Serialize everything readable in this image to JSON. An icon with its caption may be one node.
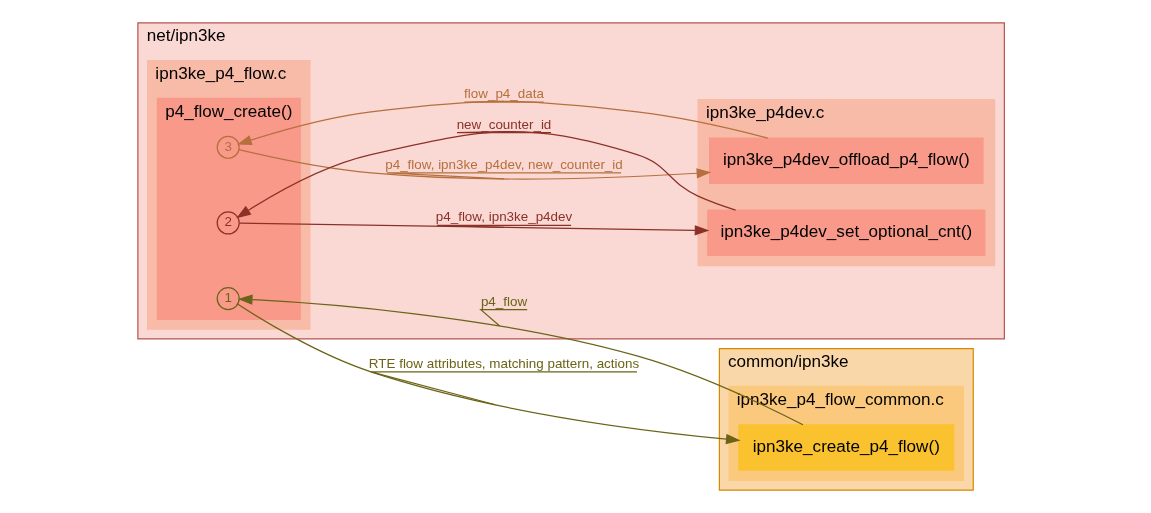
{
  "diagram": {
    "nodes": [
      {
        "text": [
          "common/ipn3ke"
        ]
      },
      {
        "text": [
          "ipn3ke_p4_flow_common.c"
        ],
        "in": 0
      },
      {
        "text": [
          "ipn3ke_create_p4_flow()"
        ],
        "in": 1
      },
      {
        "text": [
          "net/ipn3ke"
        ]
      },
      {
        "text": [
          "ipn3ke_p4_flow.c"
        ],
        "in": 3
      },
      {
        "text": [
          "p4_flow_create()"
        ],
        "in": 4
      },
      {
        "text": [
          "1"
        ],
        "in": 5
      },
      {
        "text": [
          "2"
        ],
        "in": 5
      },
      {
        "text": [
          "3"
        ],
        "in": 5
      },
      {
        "text": [
          "ipn3ke_p4dev.c"
        ],
        "in": 3
      },
      {
        "text": [
          "ipn3ke_p4dev_set_optional_cnt()"
        ],
        "in": 9
      },
      {
        "text": [
          "ipn3ke_p4dev_offload_p4_flow()"
        ],
        "in": 9
      }
    ],
    "edges": [
      {
        "from": 6,
        "to": 2,
        "arrow": "to",
        "label": "RTE flow attributes, matching pattern, actions",
        "color": "#6b6317"
      },
      {
        "from": 2,
        "to": 6,
        "arrow": "to",
        "label": "p4_flow",
        "color": "#6b6317"
      },
      {
        "from": 7,
        "to": 10,
        "arrow": "to",
        "label": "p4_flow, ipn3ke_p4dev",
        "color": "#8b3128"
      },
      {
        "from": 10,
        "to": 7,
        "arrow": "to",
        "label": "new_counter_id",
        "color": "#8b3128"
      },
      {
        "from": 8,
        "to": 11,
        "arrow": "to",
        "label": "p4_flow, ipn3ke_p4dev, new_counter_id",
        "color": "#b5703d"
      },
      {
        "from": 11,
        "to": 8,
        "arrow": "to",
        "label": "flow_p4_data",
        "color": "#b5703d"
      }
    ]
  }
}
